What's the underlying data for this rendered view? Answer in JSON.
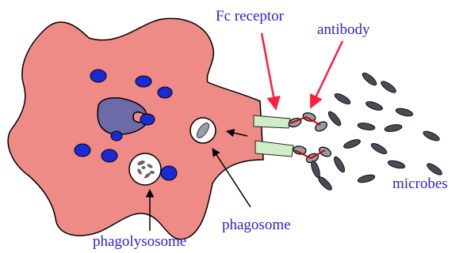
{
  "labels": {
    "fc_receptor": "Fc receptor",
    "antibody": "antibody",
    "microbes": "microbes",
    "phagosome": "phagosome",
    "phagolysosome": "phagolysosome"
  },
  "colors": {
    "cell_fill": "#ef8b86",
    "granule": "#1a2bd6",
    "nucleus": "#6d6aa8",
    "receptor": "#cfeec8",
    "label_text": "#2b22d8",
    "pointer_red": "#ff1e3c",
    "microbe": "#4b4b57",
    "antibody_red": "#c80000"
  }
}
